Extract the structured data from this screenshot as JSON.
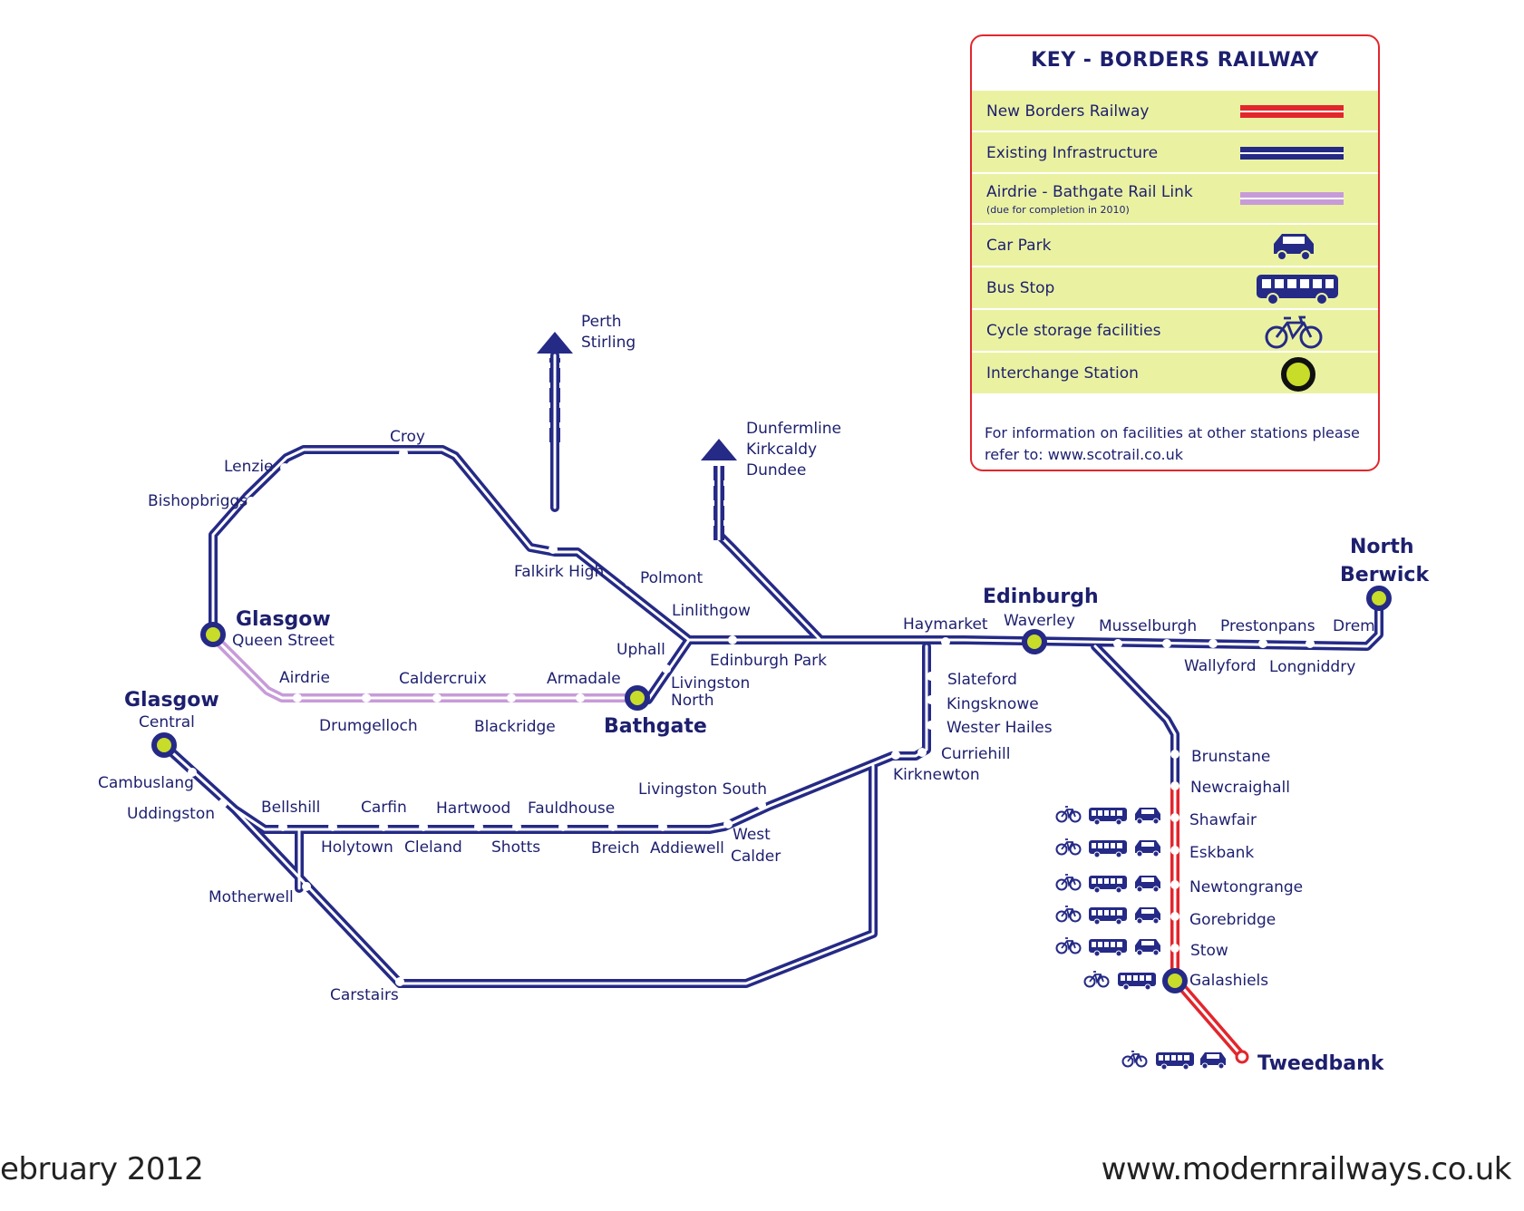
{
  "key": {
    "title": "KEY - BORDERS RAILWAY",
    "rows": [
      {
        "label": "New Borders Railway",
        "symbol": "red-line"
      },
      {
        "label": "Existing Infrastructure",
        "symbol": "blue-line"
      },
      {
        "label": "Airdrie - Bathgate Rail Link",
        "sublabel": "(due for completion in 2010)",
        "symbol": "lilac-line"
      },
      {
        "label": "Car Park",
        "symbol": "car-icon"
      },
      {
        "label": "Bus Stop",
        "symbol": "bus-icon"
      },
      {
        "label": "Cycle storage facilities",
        "symbol": "bicycle-icon"
      },
      {
        "label": "Interchange Station",
        "symbol": "interchange-icon"
      }
    ],
    "footnote": "For information on facilities at other stations please refer to: www.scotrail.co.uk"
  },
  "colors": {
    "new_borders": "#e2262c",
    "existing": "#252a86",
    "airdrie_bathgate": "#c79bd8",
    "interchange": "#c8dc2a",
    "key_bg": "#eaf2a2",
    "text": "#1d1f6e"
  },
  "destinations": {
    "north_west": [
      "Perth",
      "Stirling"
    ],
    "north_east": [
      "Dunfermline",
      "Kirkcaldy",
      "Dundee"
    ]
  },
  "stations": {
    "glasgow_qs": {
      "main": "Glasgow",
      "sub": "Queen Street"
    },
    "glasgow_c": {
      "main": "Glasgow",
      "sub": "Central"
    },
    "edinburgh": {
      "main": "Edinburgh",
      "sub": "Waverley"
    },
    "north_berwick": {
      "main": "North",
      "sub": "Berwick"
    },
    "bathgate": "Bathgate",
    "tweedbank": "Tweedbank",
    "lenzie": "Lenzie",
    "bishopbriggs": "Bishopbriggs",
    "croy": "Croy",
    "falkirk_high": "Falkirk High",
    "polmont": "Polmont",
    "linlithgow": "Linlithgow",
    "uphall": "Uphall",
    "livingston_north_1": "Livingston",
    "livingston_north_2": "North",
    "edinburgh_park": "Edinburgh Park",
    "haymarket": "Haymarket",
    "airdrie": "Airdrie",
    "caldercruix": "Caldercruix",
    "armadale": "Armadale",
    "drumgelloch": "Drumgelloch",
    "blackridge": "Blackridge",
    "musselburgh": "Musselburgh",
    "prestonpans": "Prestonpans",
    "drem": "Drem",
    "wallyford": "Wallyford",
    "longniddry": "Longniddry",
    "slateford": "Slateford",
    "kingsknowe": "Kingsknowe",
    "wester_hailes": "Wester Hailes",
    "curriehill": "Curriehill",
    "kirknewton": "Kirknewton",
    "cambuslang": "Cambuslang",
    "uddingston": "Uddingston",
    "bellshill": "Bellshill",
    "carfin": "Carfin",
    "hartwood": "Hartwood",
    "fauldhouse": "Fauldhouse",
    "livingston_south": "Livingston South",
    "holytown": "Holytown",
    "cleland": "Cleland",
    "shotts": "Shotts",
    "breich": "Breich",
    "addiewell": "Addiewell",
    "west_calder_1": "West",
    "west_calder_2": "Calder",
    "motherwell": "Motherwell",
    "carstairs": "Carstairs",
    "brunstane": "Brunstane",
    "newcraighall": "Newcraighall",
    "shawfair": "Shawfair",
    "eskbank": "Eskbank",
    "newtongrange": "Newtongrange",
    "gorebridge": "Gorebridge",
    "stow": "Stow",
    "galashiels": "Galashiels"
  },
  "footer": {
    "left": "ebruary 2012",
    "right": "www.modernrailways.co.uk"
  }
}
